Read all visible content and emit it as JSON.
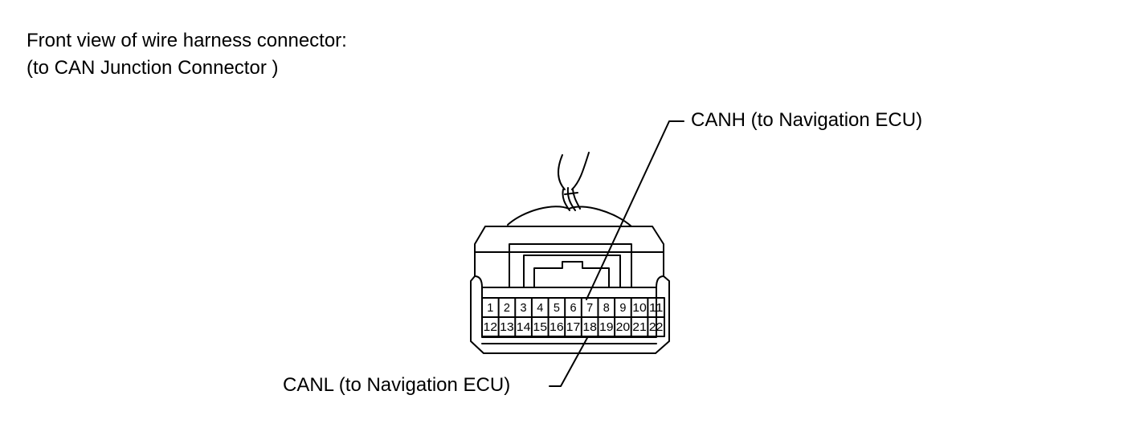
{
  "title": {
    "line1": "Front view of wire harness connector:",
    "line2": "(to CAN Junction Connector )"
  },
  "connector": {
    "rows": [
      [
        "1",
        "2",
        "3",
        "4",
        "5",
        "6",
        "7",
        "8",
        "9",
        "10",
        "11"
      ],
      [
        "12",
        "13",
        "14",
        "15",
        "16",
        "17",
        "18",
        "19",
        "20",
        "21",
        "22"
      ]
    ]
  },
  "callouts": {
    "canh": {
      "label": "CANH (to Navigation ECU)",
      "pin": "7"
    },
    "canl": {
      "label": "CANL (to Navigation ECU)",
      "pin": "18"
    }
  }
}
